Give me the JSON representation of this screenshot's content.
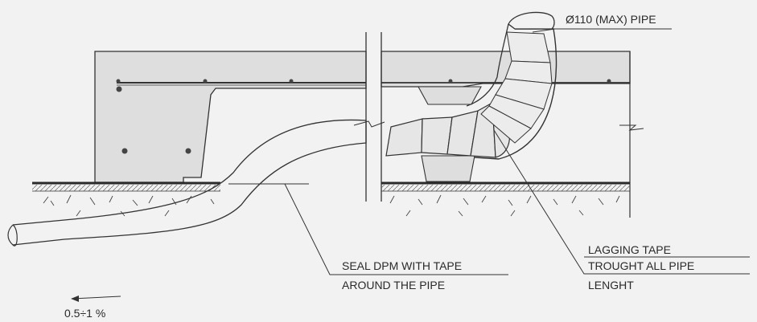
{
  "labels": {
    "pipe_size": "Ø110 (MAX) PIPE",
    "seal_line1": "SEAL DPM WITH TAPE",
    "seal_line2": "AROUND THE PIPE",
    "lagging_line1": "LAGGING TAPE",
    "lagging_line2": "TROUGHT ALL PIPE",
    "lagging_line3": "LENGHT",
    "slope": "0.5÷1 %"
  },
  "colors": {
    "background": "#f2f2f2",
    "concrete": "#dedede",
    "stroke": "#333333",
    "dpm": "#2a2a2a"
  }
}
